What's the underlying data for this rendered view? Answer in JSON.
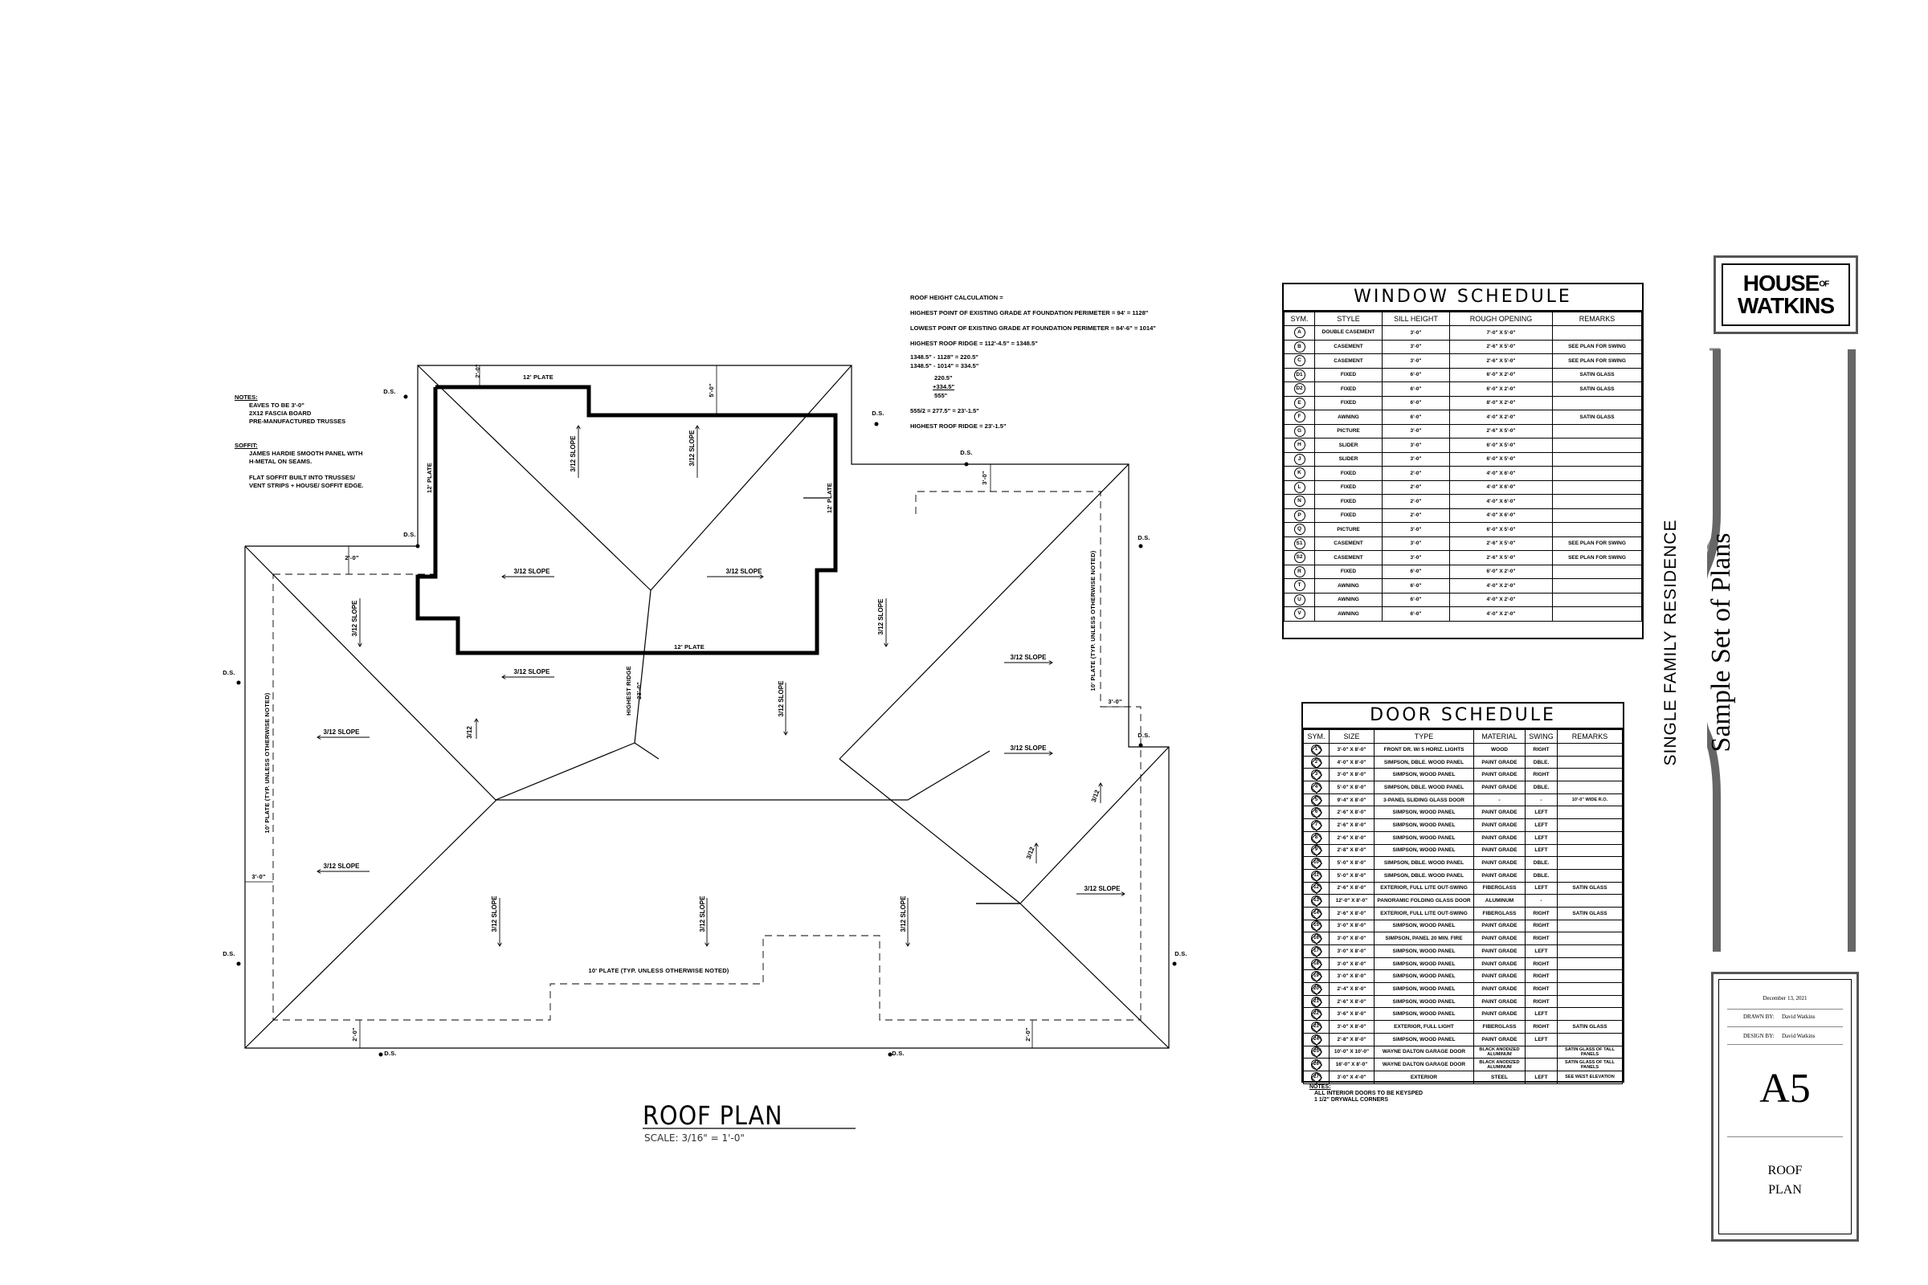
{
  "roof_plan": {
    "title": "ROOF PLAN",
    "scale": "SCALE: 3/16\" = 1'-0\"",
    "slope_label": "3/12 SLOPE",
    "slope_short": "3/12",
    "plate_12": "12' PLATE",
    "plate_10_typ": "10' PLATE (TYP. UNLESS OTHERWISE NOTED)",
    "highest_ridge": "HIGHEST RIDGE",
    "highest_ridge_value": "23'-0\"",
    "ds": "D.S.",
    "dim_2": "2'-0\"",
    "dim_3": "3'-0\"",
    "dim_5": "5'-0\""
  },
  "calc": {
    "title": "ROOF HEIGHT CALCULATION =",
    "lines": [
      "HIGHEST POINT OF EXISTING GRADE AT FOUNDATION PERIMETER = 94' = 1128\"",
      "LOWEST POINT OF EXISTING GRADE AT FOUNDATION PERIMETER = 84'-6\" = 1014\"",
      "HIGHEST ROOF RIDGE = 112'-4.5\" = 1348.5\"",
      "1348.5\" - 1128\" = 220.5\"",
      "1348.5\" - 1014\" = 334.5\"",
      "220.5\"",
      "+334.5\"",
      "555\"",
      "555/2 = 277.5\" = 23'-1.5\"",
      "HIGHEST ROOF RIDGE = 23'-1.5\""
    ]
  },
  "notes": {
    "heading": "NOTES:",
    "lines": [
      "EAVES TO BE 3'-0\"",
      "2X12 FASCIA BOARD",
      "PRE-MANUFACTURED TRUSSES"
    ],
    "soffit_heading": "SOFFIT:",
    "soffit_lines": [
      "JAMES HARDIE SMOOTH PANEL WITH",
      "H-METAL ON SEAMS.",
      "",
      "FLAT SOFFIT BUILT INTO TRUSSES/",
      "VENT STRIPS + HOUSE/ SOFFIT EDGE."
    ]
  },
  "window_schedule": {
    "title": "WINDOW SCHEDULE",
    "headers": [
      "SYM.",
      "STYLE",
      "SILL HEIGHT",
      "ROUGH OPENING",
      "REMARKS"
    ],
    "rows": [
      [
        "A",
        "DOUBLE CASEMENT",
        "3'-0\"",
        "7'-0\" X 5'-0\"",
        ""
      ],
      [
        "B",
        "CASEMENT",
        "3'-0\"",
        "2'-6\" X 5'-0\"",
        "SEE PLAN FOR SWING"
      ],
      [
        "C",
        "CASEMENT",
        "3'-0\"",
        "2'-6\" X 5'-0\"",
        "SEE PLAN FOR SWING"
      ],
      [
        "D1",
        "FIXED",
        "6'-0\"",
        "6'-0\" X 2'-0\"",
        "SATIN GLASS"
      ],
      [
        "D2",
        "FIXED",
        "6'-0\"",
        "6'-0\" X 2'-0\"",
        "SATIN GLASS"
      ],
      [
        "E",
        "FIXED",
        "6'-0\"",
        "8'-0\" X 2'-0\"",
        ""
      ],
      [
        "F",
        "AWNING",
        "6'-0\"",
        "4'-0\" X 2'-0\"",
        "SATIN GLASS"
      ],
      [
        "G",
        "PICTURE",
        "3'-0\"",
        "2'-6\" X 5'-0\"",
        ""
      ],
      [
        "H",
        "SLIDER",
        "3'-0\"",
        "6'-0\" X 5'-0\"",
        ""
      ],
      [
        "J",
        "SLIDER",
        "3'-0\"",
        "6'-0\" X 5'-0\"",
        ""
      ],
      [
        "K",
        "FIXED",
        "2'-0\"",
        "4'-0\" X 6'-0\"",
        ""
      ],
      [
        "L",
        "FIXED",
        "2'-0\"",
        "4'-0\" X 6'-0\"",
        ""
      ],
      [
        "N",
        "FIXED",
        "2'-0\"",
        "4'-0\" X 6'-0\"",
        ""
      ],
      [
        "P",
        "FIXED",
        "2'-0\"",
        "4'-0\" X 6'-0\"",
        ""
      ],
      [
        "Q",
        "PICTURE",
        "3'-0\"",
        "6'-0\" X 5'-0\"",
        ""
      ],
      [
        "S1",
        "CASEMENT",
        "3'-0\"",
        "2'-6\" X 5'-0\"",
        "SEE PLAN FOR SWING"
      ],
      [
        "S2",
        "CASEMENT",
        "3'-0\"",
        "2'-6\" X 5'-0\"",
        "SEE PLAN FOR SWING"
      ],
      [
        "R",
        "FIXED",
        "6'-0\"",
        "6'-0\" X 2'-0\"",
        ""
      ],
      [
        "T",
        "AWNING",
        "6'-0\"",
        "4'-0\" X 2'-0\"",
        ""
      ],
      [
        "U",
        "AWNING",
        "6'-0\"",
        "4'-0\" X 2'-0\"",
        ""
      ],
      [
        "V",
        "AWNING",
        "6'-0\"",
        "4'-0\" X 2'-0\"",
        ""
      ]
    ]
  },
  "door_schedule": {
    "title": "DOOR SCHEDULE",
    "headers": [
      "SYM.",
      "SIZE",
      "TYPE",
      "MATERIAL",
      "SWING",
      "REMARKS"
    ],
    "rows": [
      [
        "1",
        "3'-0\" X 8'-0\"",
        "FRONT DR. W/ 5 HORIZ. LIGHTS",
        "WOOD",
        "RIGHT",
        ""
      ],
      [
        "2",
        "4'-0\" X 8'-0\"",
        "SIMPSON, DBLE. WOOD PANEL",
        "PAINT GRADE",
        "DBLE.",
        ""
      ],
      [
        "3",
        "3'-0\" X 8'-0\"",
        "SIMPSON, WOOD PANEL",
        "PAINT GRADE",
        "RIGHT",
        ""
      ],
      [
        "4",
        "5'-0\" X 8'-0\"",
        "SIMPSON, DBLE. WOOD PANEL",
        "PAINT GRADE",
        "DBLE.",
        ""
      ],
      [
        "5",
        "9'-4\" X 8'-0\"",
        "3-PANEL SLIDING GLASS DOOR",
        "-",
        "-",
        "10'-0\" WIDE R.O."
      ],
      [
        "6",
        "2'-6\" X 8'-0\"",
        "SIMPSON, WOOD PANEL",
        "PAINT GRADE",
        "LEFT",
        ""
      ],
      [
        "7",
        "2'-6\" X 8'-0\"",
        "SIMPSON, WOOD PANEL",
        "PAINT GRADE",
        "LEFT",
        ""
      ],
      [
        "8",
        "2'-6\" X 8'-0\"",
        "SIMPSON, WOOD PANEL",
        "PAINT GRADE",
        "LEFT",
        ""
      ],
      [
        "9",
        "2'-8\" X 8'-0\"",
        "SIMPSON, WOOD PANEL",
        "PAINT GRADE",
        "LEFT",
        ""
      ],
      [
        "10",
        "5'-0\" X 8'-0\"",
        "SIMPSON, DBLE. WOOD PANEL",
        "PAINT GRADE",
        "DBLE.",
        ""
      ],
      [
        "11",
        "5'-0\" X 8'-0\"",
        "SIMPSON, DBLE. WOOD PANEL",
        "PAINT GRADE",
        "DBLE.",
        ""
      ],
      [
        "12",
        "2'-6\" X 8'-0\"",
        "EXTERIOR, FULL LITE OUT-SWING",
        "FIBERGLASS",
        "LEFT",
        "SATIN GLASS"
      ],
      [
        "13",
        "12'-0\" X 8'-0\"",
        "PANORAMIC FOLDING GLASS DOOR",
        "ALUMINUM",
        "-",
        ""
      ],
      [
        "14",
        "2'-6\" X 8'-0\"",
        "EXTERIOR, FULL LITE OUT-SWING",
        "FIBERGLASS",
        "RIGHT",
        "SATIN GLASS"
      ],
      [
        "15",
        "3'-0\" X 8'-0\"",
        "SIMPSON, WOOD PANEL",
        "PAINT GRADE",
        "RIGHT",
        ""
      ],
      [
        "16",
        "3'-0\" X 8'-0\"",
        "SIMPSON, PANEL 20 MIN. FIRE",
        "PAINT GRADE",
        "RIGHT",
        ""
      ],
      [
        "17",
        "3'-0\" X 8'-0\"",
        "SIMPSON, WOOD PANEL",
        "PAINT GRADE",
        "LEFT",
        ""
      ],
      [
        "18",
        "3'-0\" X 8'-0\"",
        "SIMPSON, WOOD PANEL",
        "PAINT GRADE",
        "RIGHT",
        ""
      ],
      [
        "19",
        "3'-0\" X 8'-0\"",
        "SIMPSON, WOOD PANEL",
        "PAINT GRADE",
        "RIGHT",
        ""
      ],
      [
        "20",
        "2'-4\" X 8'-0\"",
        "SIMPSON, WOOD PANEL",
        "PAINT GRADE",
        "RIGHT",
        ""
      ],
      [
        "21",
        "2'-6\" X 8'-0\"",
        "SIMPSON, WOOD PANEL",
        "PAINT GRADE",
        "RIGHT",
        ""
      ],
      [
        "22",
        "3'-6\" X 8'-0\"",
        "SIMPSON, WOOD PANEL",
        "PAINT GRADE",
        "LEFT",
        ""
      ],
      [
        "23",
        "3'-0\" X 8'-0\"",
        "EXTERIOR, FULL LIGHT",
        "FIBERGLASS",
        "RIGHT",
        "SATIN GLASS"
      ],
      [
        "24",
        "2'-8\" X 8'-0\"",
        "SIMPSON, WOOD PANEL",
        "PAINT GRADE",
        "LEFT",
        ""
      ],
      [
        "25",
        "10'-0\" X 10'-0\"",
        "WAYNE DALTON GARAGE DOOR",
        "BLACK ANODIZED ALUMINUM",
        "",
        "SATIN GLASS OF TALL PANELS"
      ],
      [
        "26",
        "16'-0\" X 8'-0\"",
        "WAYNE DALTON GARAGE DOOR",
        "BLACK ANODIZED ALUMINUM",
        "",
        "SATIN GLASS OF TALL PANELS"
      ],
      [
        "27",
        "3'-0\" X 4'-0\"",
        "EXTERIOR",
        "STEEL",
        "LEFT",
        "SEE WEST ELEVATION"
      ]
    ],
    "notes_heading": "NOTES:",
    "notes": [
      "ALL INTERIOR DOORS TO BE KEYSPED",
      "1 1/2\" DRYWALL CORNERS"
    ]
  },
  "title_block": {
    "logo_line1": "HOUSE",
    "logo_of": "OF",
    "logo_line2": "WATKINS",
    "project_sub": "SINGLE FAMILY RESIDENCE",
    "project_title": "Sample Set of Plans",
    "date": "December 13, 2021",
    "drawn_by_label": "DRAWN BY:",
    "drawn_by": "David Watkins",
    "design_by_label": "DESIGN BY:",
    "design_by": "David Watkins",
    "sheet": "A5",
    "sheet_name_1": "ROOF",
    "sheet_name_2": "PLAN"
  }
}
